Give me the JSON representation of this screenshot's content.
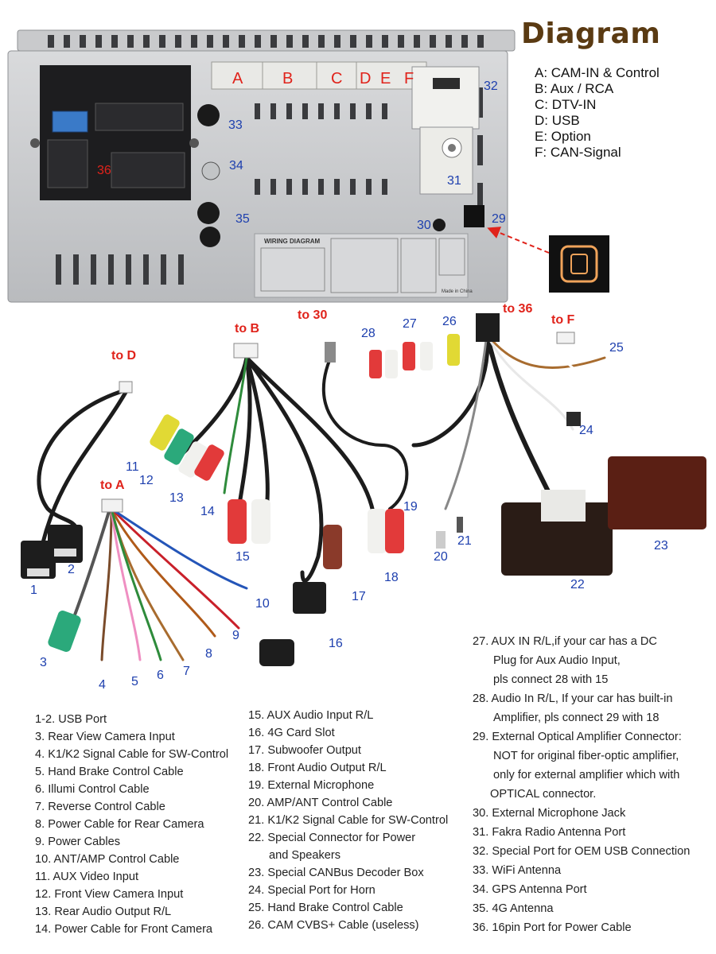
{
  "header": {
    "title": "Diagram"
  },
  "ports_legend": [
    "A: CAM-IN & Control",
    "B: Aux / RCA",
    "C: DTV-IN",
    "D: USB",
    "E: Option",
    "F: CAN-Signal"
  ],
  "unit": {
    "port_letters": [
      "A",
      "B",
      "C",
      "D",
      "E",
      "F"
    ],
    "port_numbers": [
      "32",
      "33",
      "34",
      "35",
      "36",
      "31",
      "30",
      "29"
    ],
    "wiring_label": "WIRING DIAGRAM",
    "made_in": "Made in China"
  },
  "connector_labels": {
    "to_a": "to A",
    "to_b": "to B",
    "to_d": "to D",
    "to_30": "to 30",
    "to_36": "to 36",
    "to_f": "to F"
  },
  "cable_numbers": [
    "1",
    "2",
    "3",
    "4",
    "5",
    "6",
    "7",
    "8",
    "9",
    "10",
    "11",
    "12",
    "13",
    "14",
    "15",
    "16",
    "17",
    "18",
    "19",
    "20",
    "21",
    "22",
    "23",
    "24",
    "25",
    "26",
    "27",
    "28"
  ],
  "descriptions": {
    "left": [
      "1-2. USB Port",
      "3. Rear View Camera Input",
      "4. K1/K2 Signal Cable for SW-Control",
      "5. Hand Brake Control Cable",
      "6. Illumi Control Cable",
      "7. Reverse Control Cable",
      "8. Power Cable for Rear Camera",
      "9. Power Cables",
      "10. ANT/AMP Control Cable",
      "11. AUX Video Input",
      "12. Front View Camera Input",
      "13. Rear Audio Output R/L",
      "14. Power Cable for Front Camera"
    ],
    "middle": [
      "15. AUX Audio Input R/L",
      "16. 4G Card Slot",
      "17. Subwoofer Output",
      "18. Front Audio Output R/L",
      "19. External Microphone",
      "20. AMP/ANT Control Cable",
      "21. K1/K2 Signal Cable for SW-Control",
      "22. Special Connector for Power",
      "and Speakers",
      "23. Special CANBus Decoder Box",
      "24. Special Port for Horn",
      "25. Hand Brake Control Cable",
      "26. CAM CVBS+ Cable (useless)"
    ],
    "right": [
      "27. AUX IN R/L,if your car has a DC",
      "Plug for Aux Audio Input,",
      "pls connect 28 with 15",
      "28. Audio In R/L, If your car has built-in",
      "Amplifier, pls connect 29 with 18",
      "29. External Optical Amplifier Connector:",
      "NOT for original fiber-optic amplifier,",
      "only for external amplifier which with",
      "OPTICAL connector.",
      "30. External Microphone Jack",
      "31. Fakra Radio Antenna Port",
      "32. Special Port for OEM USB Connection",
      "33. WiFi Antenna",
      "34. GPS Antenna Port",
      "35. 4G Antenna",
      "36. 16pin Port for Power Cable"
    ]
  },
  "colors": {
    "title": "#5a3a12",
    "callout_red": "#e0231b",
    "callout_blue": "#1d3fae"
  }
}
